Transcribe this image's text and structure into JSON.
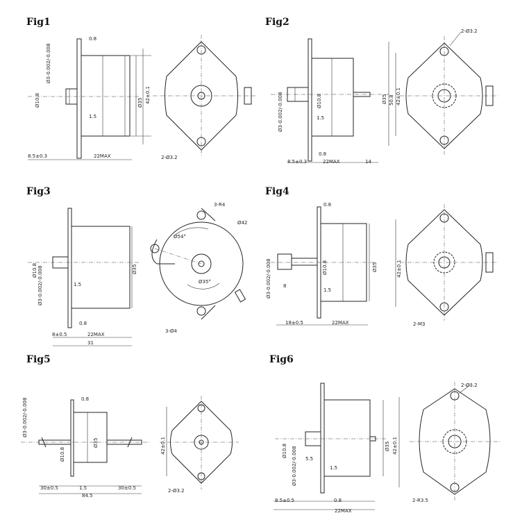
{
  "figures": [
    {
      "title": "Fig1",
      "labels": {
        "flange": "0.8",
        "shaft_dia": "Ø3-0.002/-0.008",
        "shaft_d": "Ø10.8",
        "boss": "1.5",
        "body_dia": "Ø35",
        "mount": "42±0.1",
        "left": "8.5±0.3",
        "len": "22MAX",
        "holes": "2-Ø3.2"
      }
    },
    {
      "title": "Fig2",
      "labels": {
        "holes": "2-Ø3.2",
        "body_dia": "Ø35",
        "mount_a": "50.8",
        "mount_b": "42±0.1",
        "shaft_d": "Ø10.8",
        "shaft_dia": "Ø3-0.002/-0.008",
        "boss": "1.5",
        "flange": "0.8",
        "left": "8.5±0.3",
        "len": "22MAX",
        "right": "14"
      }
    },
    {
      "title": "Fig3",
      "labels": {
        "radius": "3-R4",
        "outer": "Ø42",
        "ang1": "Ø54°",
        "ang2": "Ø35°",
        "holes": "3-Ø4",
        "shaft_d": "Ø10.8",
        "shaft_dia": "Ø3-0.002/-0.008",
        "boss": "1.5",
        "body_dia": "Ø35",
        "flange": "0.8",
        "left": "8±0.5",
        "len": "22MAX",
        "total": "31"
      }
    },
    {
      "title": "Fig4",
      "labels": {
        "flange": "0.8",
        "shaft_dia": "Ø3-0.002/-0.008",
        "gear": "8",
        "shaft_d": "Ø10.8",
        "boss": "1.5",
        "body_dia": "Ø35",
        "left": "18±0.5",
        "len": "22MAX",
        "mount": "42±0.1",
        "holes": "2-M3"
      }
    },
    {
      "title": "Fig5",
      "labels": {
        "flange": "0.8",
        "shaft_dia": "Ø3-0.002/-0.008",
        "shaft_d": "Ø10.8",
        "body_dia": "Ø35",
        "left": "30±0.5",
        "mid": "1.5",
        "right": "30±0.5",
        "total": "84.5",
        "mount": "42±0.1",
        "holes": "2-Ø3.2"
      }
    },
    {
      "title": "Fig6",
      "labels": {
        "holes": "2-Ø3.2",
        "shaft_d": "Ø10.8",
        "shaft_dia": "Ø3-0.002/-0.008",
        "gear": "5.5",
        "boss": "1.5",
        "body_dia": "Ø35",
        "left": "8.5±0.5",
        "flange": "0.8",
        "len": "22MAX",
        "mount": "42±0.1",
        "radius": "2-R3.5"
      }
    }
  ]
}
